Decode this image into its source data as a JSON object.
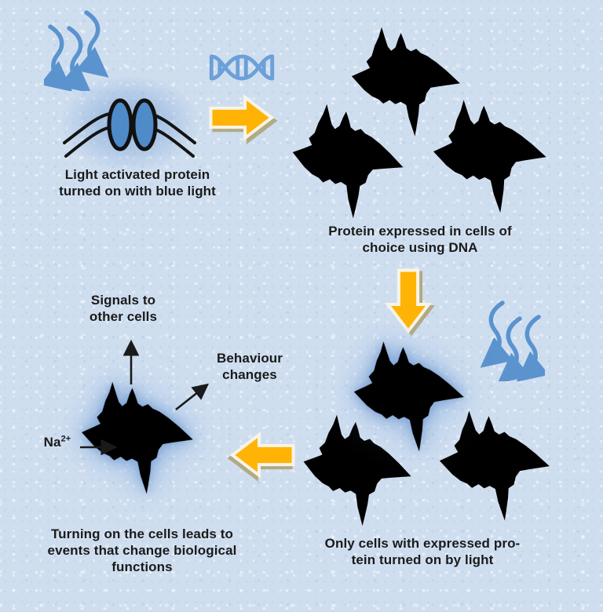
{
  "colors": {
    "bg": "#cfdeef",
    "accent_blue": "#5b93cf",
    "dna_blue": "#6ba0d8",
    "cell_blue": "#4e8bc8",
    "cell_gray": "#d3d3d3",
    "cell_outline": "#111111",
    "nucleus_fill": "#ffffff",
    "arrow_orange": "#ffb304",
    "arrow_outline": "#f8f4e8",
    "arrow_shadow": "#b2aa85",
    "text": "#1a1a1a"
  },
  "captions": {
    "step1": {
      "lines": [
        "Light activated protein",
        "turned on with blue light"
      ]
    },
    "step2": {
      "lines": [
        "Protein expressed in cells of",
        "choice using DNA"
      ]
    },
    "step3": {
      "lines": [
        "Only cells with expressed pro-",
        "tein turned on by light"
      ]
    },
    "step4": {
      "lines": [
        "Turning on the cells leads to",
        "events that change biological",
        "functions"
      ]
    }
  },
  "labels": {
    "signals": {
      "lines": [
        "Signals to",
        "other cells"
      ]
    },
    "behaviour": {
      "lines": [
        "Behaviour",
        "changes"
      ]
    },
    "ion": {
      "base": "Na",
      "sup": "2+"
    }
  },
  "icons": {
    "light_rays": "wavy-blue-light-arrows",
    "protein_channel": "membrane-channel-protein",
    "dna": "dna-double-helix",
    "flow_arrows": "orange-block-arrows",
    "cells": "star-shaped-cells"
  }
}
